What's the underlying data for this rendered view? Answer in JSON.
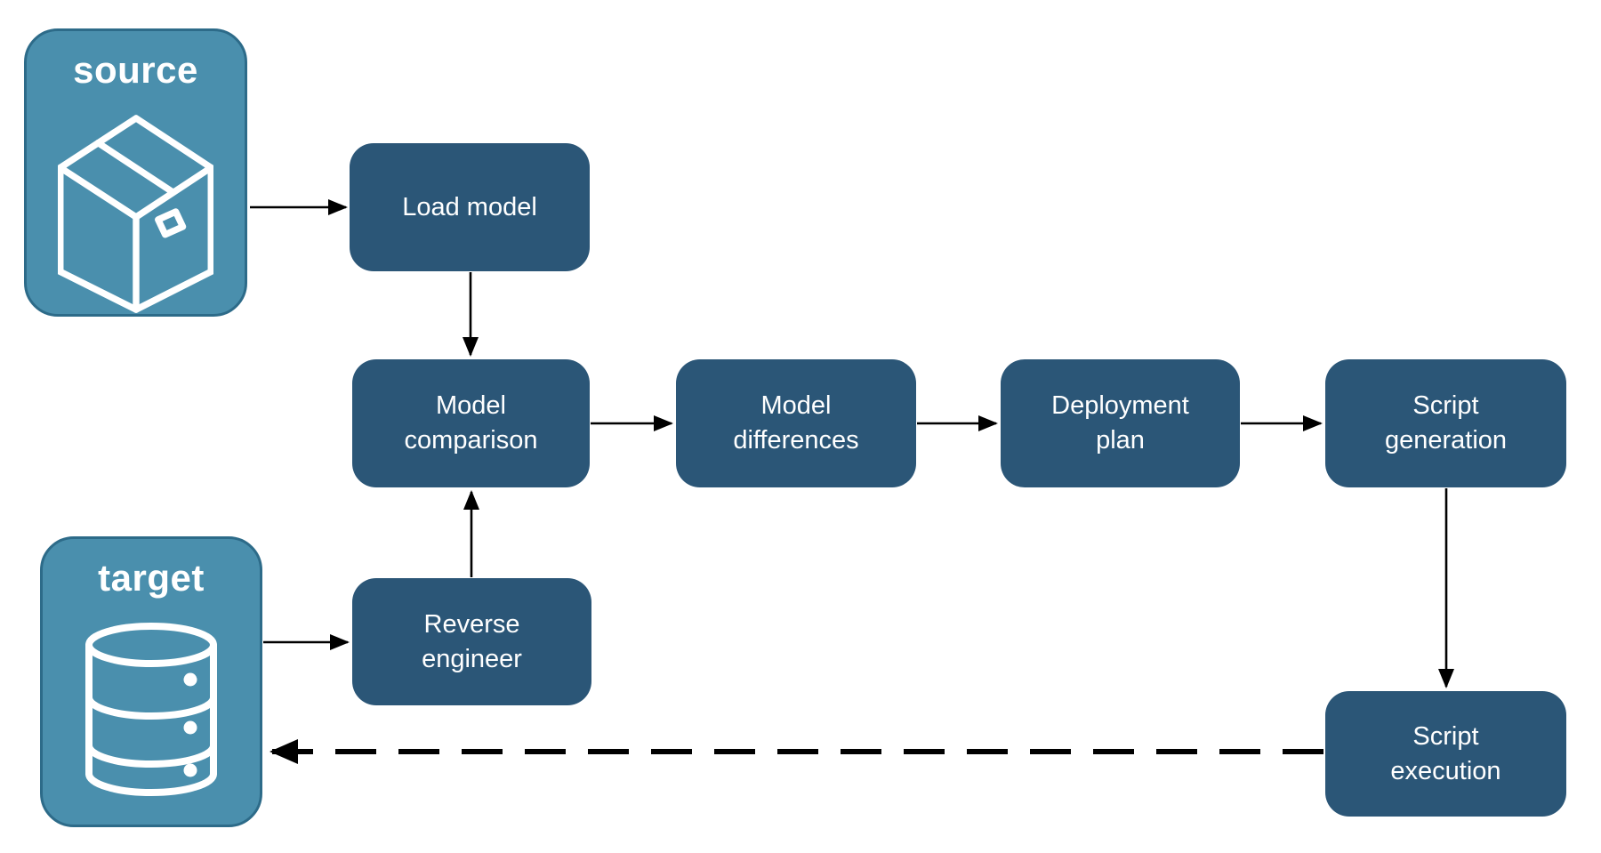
{
  "entities": {
    "source": {
      "label": "source",
      "icon": "package-icon"
    },
    "target": {
      "label": "target",
      "icon": "database-icon"
    }
  },
  "processes": {
    "load_model": {
      "label": "Load model"
    },
    "model_comparison": {
      "label": "Model comparison"
    },
    "model_differences": {
      "label": "Model differences"
    },
    "deployment_plan": {
      "label": "Deployment plan"
    },
    "script_generation": {
      "label": "Script generation"
    },
    "reverse_engineer": {
      "label": "Reverse engineer"
    },
    "script_execution": {
      "label": "Script execution"
    }
  },
  "flows": [
    {
      "from": "source",
      "to": "load_model",
      "style": "solid"
    },
    {
      "from": "load_model",
      "to": "model_comparison",
      "style": "solid"
    },
    {
      "from": "target",
      "to": "reverse_engineer",
      "style": "solid"
    },
    {
      "from": "reverse_engineer",
      "to": "model_comparison",
      "style": "solid"
    },
    {
      "from": "model_comparison",
      "to": "model_differences",
      "style": "solid"
    },
    {
      "from": "model_differences",
      "to": "deployment_plan",
      "style": "solid"
    },
    {
      "from": "deployment_plan",
      "to": "script_generation",
      "style": "solid"
    },
    {
      "from": "script_generation",
      "to": "script_execution",
      "style": "solid"
    },
    {
      "from": "script_execution",
      "to": "target",
      "style": "dashed"
    }
  ],
  "colors": {
    "entity_fill": "#4A8FAD",
    "entity_border": "#2D6B89",
    "process_fill": "#2B5677",
    "label_text": "#FFFFFF",
    "arrow": "#000000",
    "background": "#FFFFFF"
  }
}
